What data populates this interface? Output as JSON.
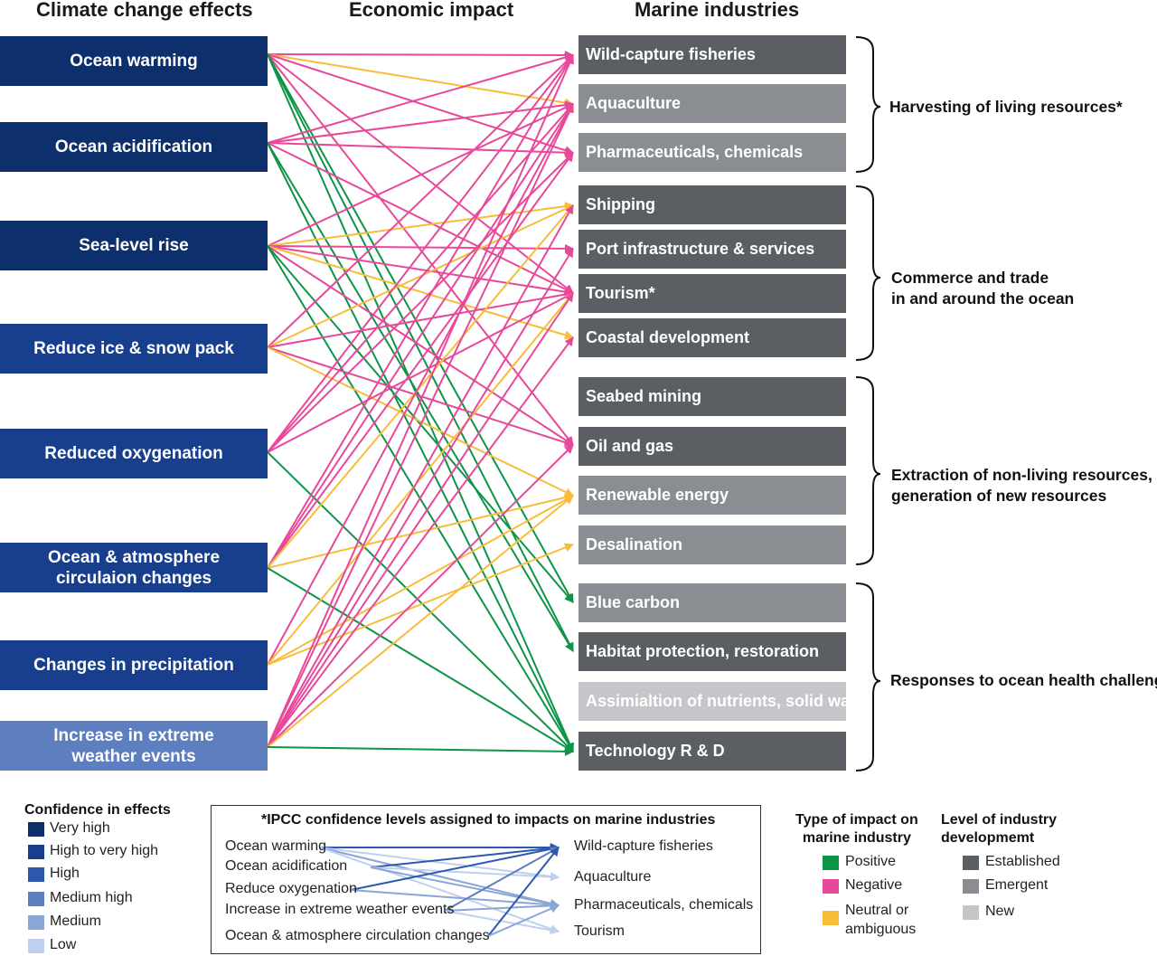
{
  "headers": {
    "effects": "Climate change effects",
    "impact": "Economic impact",
    "industries": "Marine industries"
  },
  "effects": [
    {
      "label": "Ocean warming",
      "confidence": "Very high",
      "color": "#0d2f6b"
    },
    {
      "label": "Ocean acidification",
      "confidence": "Very high",
      "color": "#0d2f6b"
    },
    {
      "label": "Sea-level rise",
      "confidence": "Very high",
      "color": "#0d2f6b"
    },
    {
      "label": "Reduce ice & snow pack",
      "confidence": "High to very high",
      "color": "#183f8e"
    },
    {
      "label": "Reduced oxygenation",
      "confidence": "High to very high",
      "color": "#183f8e"
    },
    {
      "label": "Ocean & atmosphere circulaion changes",
      "confidence": "High to very high",
      "color": "#183f8e"
    },
    {
      "label": "Changes in precipitation",
      "confidence": "High to very high",
      "color": "#183f8e"
    },
    {
      "label": "Increase in extreme weather events",
      "confidence": "Medium high",
      "color": "#5d7fbf"
    }
  ],
  "industries": [
    {
      "label": "Wild-capture fisheries",
      "level": "Established",
      "color": "#5b5f63"
    },
    {
      "label": "Aquaculture",
      "level": "Emergent",
      "color": "#8a8e92"
    },
    {
      "label": "Pharmaceuticals, chemicals",
      "level": "Emergent",
      "color": "#8a8e92"
    },
    {
      "label": "Shipping",
      "level": "Established",
      "color": "#5b5f63"
    },
    {
      "label": "Port infrastructure & services",
      "level": "Established",
      "color": "#5b5f63"
    },
    {
      "label": "Tourism*",
      "level": "Established",
      "color": "#5b5f63"
    },
    {
      "label": "Coastal development",
      "level": "Established",
      "color": "#5b5f63"
    },
    {
      "label": "Seabed mining",
      "level": "Established",
      "color": "#5b5f63"
    },
    {
      "label": "Oil and gas",
      "level": "Established",
      "color": "#5b5f63"
    },
    {
      "label": "Renewable energy",
      "level": "Emergent",
      "color": "#8a8e92"
    },
    {
      "label": "Desalination",
      "level": "Emergent",
      "color": "#8a8e92"
    },
    {
      "label": "Blue carbon",
      "level": "Emergent",
      "color": "#8a8e92"
    },
    {
      "label": "Habitat protection, restoration",
      "level": "Established",
      "color": "#5b5f63"
    },
    {
      "label": "Assimialtion of nutrients, solid waste",
      "level": "New",
      "color": "#c4c6c9"
    },
    {
      "label": "Technology R & D",
      "level": "Established",
      "color": "#5b5f63"
    }
  ],
  "groups": [
    {
      "label": "Harvesting of living resources*"
    },
    {
      "label": "Commerce and trade\nin and around the ocean"
    },
    {
      "label": "Extraction of non-living resources,\ngeneration of new resources"
    },
    {
      "label": "Responses to ocean health challenges"
    }
  ],
  "impact_colors": {
    "positive": "#0d9448",
    "negative": "#e8489a",
    "neutral": "#f7bd3a"
  },
  "links": [
    {
      "from": 0,
      "to": 0,
      "type": "negative"
    },
    {
      "from": 0,
      "to": 1,
      "type": "neutral"
    },
    {
      "from": 0,
      "to": 2,
      "type": "negative"
    },
    {
      "from": 0,
      "to": 5,
      "type": "negative"
    },
    {
      "from": 0,
      "to": 8,
      "type": "negative"
    },
    {
      "from": 0,
      "to": 11,
      "type": "positive"
    },
    {
      "from": 0,
      "to": 12,
      "type": "positive"
    },
    {
      "from": 0,
      "to": 14,
      "type": "positive"
    },
    {
      "from": 1,
      "to": 0,
      "type": "negative"
    },
    {
      "from": 1,
      "to": 1,
      "type": "negative"
    },
    {
      "from": 1,
      "to": 2,
      "type": "negative"
    },
    {
      "from": 1,
      "to": 5,
      "type": "negative"
    },
    {
      "from": 1,
      "to": 12,
      "type": "positive"
    },
    {
      "from": 1,
      "to": 14,
      "type": "positive"
    },
    {
      "from": 2,
      "to": 1,
      "type": "negative"
    },
    {
      "from": 2,
      "to": 3,
      "type": "neutral"
    },
    {
      "from": 2,
      "to": 4,
      "type": "negative"
    },
    {
      "from": 2,
      "to": 5,
      "type": "negative"
    },
    {
      "from": 2,
      "to": 6,
      "type": "neutral"
    },
    {
      "from": 2,
      "to": 8,
      "type": "negative"
    },
    {
      "from": 2,
      "to": 11,
      "type": "positive"
    },
    {
      "from": 2,
      "to": 14,
      "type": "positive"
    },
    {
      "from": 3,
      "to": 0,
      "type": "negative"
    },
    {
      "from": 3,
      "to": 3,
      "type": "neutral"
    },
    {
      "from": 3,
      "to": 5,
      "type": "negative"
    },
    {
      "from": 3,
      "to": 8,
      "type": "negative"
    },
    {
      "from": 3,
      "to": 9,
      "type": "neutral"
    },
    {
      "from": 4,
      "to": 0,
      "type": "negative"
    },
    {
      "from": 4,
      "to": 1,
      "type": "negative"
    },
    {
      "from": 4,
      "to": 2,
      "type": "negative"
    },
    {
      "from": 4,
      "to": 5,
      "type": "negative"
    },
    {
      "from": 4,
      "to": 14,
      "type": "positive"
    },
    {
      "from": 5,
      "to": 0,
      "type": "negative"
    },
    {
      "from": 5,
      "to": 1,
      "type": "negative"
    },
    {
      "from": 5,
      "to": 2,
      "type": "negative"
    },
    {
      "from": 5,
      "to": 3,
      "type": "neutral"
    },
    {
      "from": 5,
      "to": 9,
      "type": "neutral"
    },
    {
      "from": 5,
      "to": 14,
      "type": "positive"
    },
    {
      "from": 6,
      "to": 1,
      "type": "negative"
    },
    {
      "from": 6,
      "to": 5,
      "type": "neutral"
    },
    {
      "from": 6,
      "to": 9,
      "type": "neutral"
    },
    {
      "from": 6,
      "to": 10,
      "type": "neutral"
    },
    {
      "from": 7,
      "to": 0,
      "type": "negative"
    },
    {
      "from": 7,
      "to": 1,
      "type": "negative"
    },
    {
      "from": 7,
      "to": 3,
      "type": "negative"
    },
    {
      "from": 7,
      "to": 4,
      "type": "negative"
    },
    {
      "from": 7,
      "to": 5,
      "type": "negative"
    },
    {
      "from": 7,
      "to": 6,
      "type": "negative"
    },
    {
      "from": 7,
      "to": 8,
      "type": "negative"
    },
    {
      "from": 7,
      "to": 9,
      "type": "neutral"
    },
    {
      "from": 7,
      "to": 14,
      "type": "positive"
    }
  ],
  "legend_confidence": {
    "title": "Confidence in effects",
    "items": [
      {
        "label": "Very high",
        "color": "#0d2f6b"
      },
      {
        "label": "High to very high",
        "color": "#183f8e"
      },
      {
        "label": "High",
        "color": "#2c58ae"
      },
      {
        "label": "Medium high",
        "color": "#5d7fbf"
      },
      {
        "label": "Medium",
        "color": "#8aa6d6"
      },
      {
        "label": "Low",
        "color": "#bfd0ee"
      }
    ]
  },
  "ipcc": {
    "title": "*IPCC confidence levels assigned to impacts on marine industries",
    "left": [
      "Ocean warming",
      "Ocean acidification",
      "Reduce oxygenation",
      "Increase in extreme weather events",
      "Ocean & atmosphere circulation changes"
    ],
    "right": [
      "Wild-capture fisheries",
      "Aquaculture",
      "Pharmaceuticals, chemicals",
      "Tourism"
    ],
    "links": [
      {
        "from": 0,
        "to": 0,
        "color": "#2c58ae"
      },
      {
        "from": 0,
        "to": 1,
        "color": "#bfd0ee"
      },
      {
        "from": 0,
        "to": 2,
        "color": "#8aa6d6"
      },
      {
        "from": 0,
        "to": 3,
        "color": "#bfd0ee"
      },
      {
        "from": 1,
        "to": 0,
        "color": "#2c58ae"
      },
      {
        "from": 1,
        "to": 1,
        "color": "#bfd0ee"
      },
      {
        "from": 1,
        "to": 2,
        "color": "#8aa6d6"
      },
      {
        "from": 2,
        "to": 0,
        "color": "#2c58ae"
      },
      {
        "from": 2,
        "to": 2,
        "color": "#8aa6d6"
      },
      {
        "from": 3,
        "to": 0,
        "color": "#5d7fbf"
      },
      {
        "from": 3,
        "to": 2,
        "color": "#8aa6d6"
      },
      {
        "from": 3,
        "to": 3,
        "color": "#bfd0ee"
      },
      {
        "from": 4,
        "to": 0,
        "color": "#2c58ae"
      },
      {
        "from": 4,
        "to": 2,
        "color": "#8aa6d6"
      }
    ]
  },
  "legend_impact": {
    "title": "Type of impact on\nmarine industry",
    "items": [
      {
        "label": "Positive",
        "color": "#0d9448"
      },
      {
        "label": "Negative",
        "color": "#e8489a"
      },
      {
        "label": "Neutral or\nambiguous",
        "color": "#f7bd3a"
      }
    ]
  },
  "legend_level": {
    "title": "Level of industry\ndevelopmemt",
    "items": [
      {
        "label": "Established",
        "color": "#5b5f63"
      },
      {
        "label": "Emergent",
        "color": "#8a8e92"
      },
      {
        "label": "New",
        "color": "#c4c6c9"
      }
    ]
  }
}
